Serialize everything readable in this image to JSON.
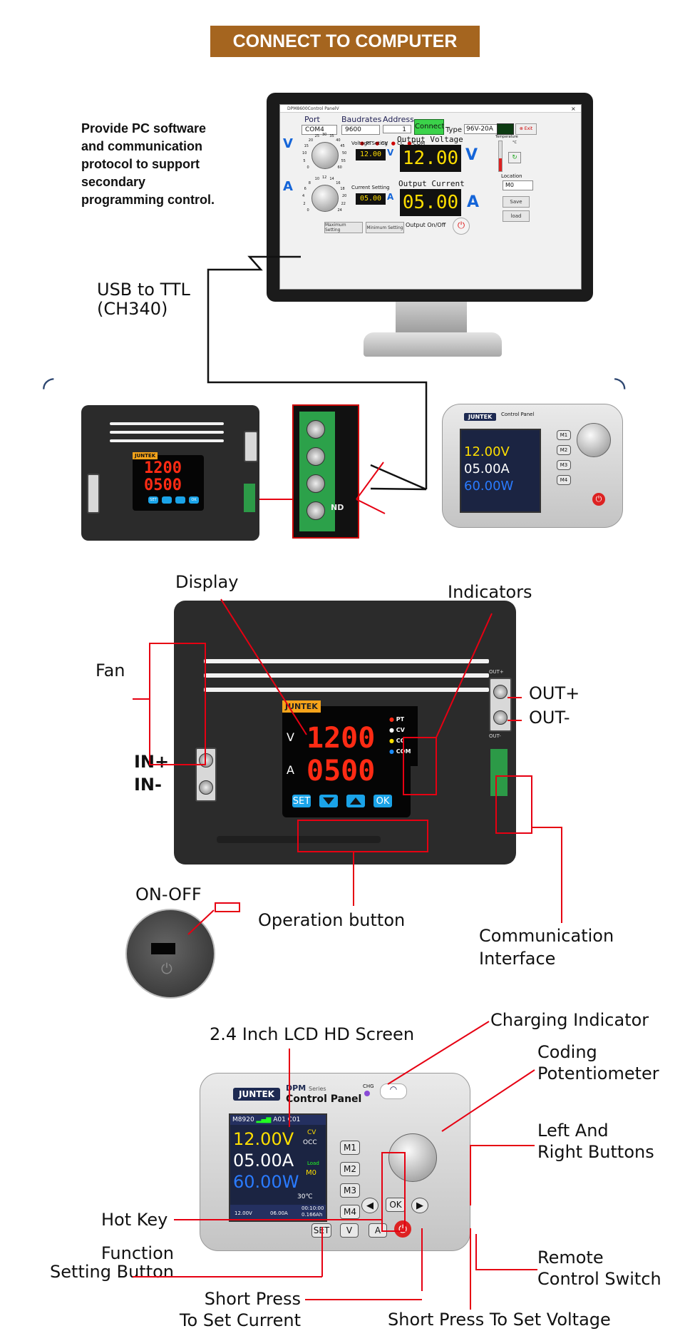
{
  "banner": "CONNECT TO COMPUTER",
  "intro": [
    "Provide PC software",
    "and communication",
    "protocol to support",
    "secondary",
    "programming control."
  ],
  "usb": [
    "USB to TTL",
    "(CH340)"
  ],
  "software": {
    "title": "DPM8600Control PanelV",
    "port_label": "Port",
    "port_value": "COM4",
    "baud_label": "Baudrates",
    "baud_value": "9600",
    "address_label": "Address",
    "address_value": "1",
    "connect_label": "Connect",
    "type_label": "Type",
    "type_value": "96V-20A",
    "exit_label": "Exit",
    "indicators": [
      "PT",
      "CV",
      "CC",
      "COM"
    ],
    "voltage_setting_label": "Voltage Seting",
    "voltage_setting_value": "12.00",
    "current_setting_label": "Current Setting",
    "current_setting_value": "05.00",
    "output_voltage_label": "Output Voltage",
    "output_voltage_value": "12.00",
    "output_current_label": "Output Current",
    "output_current_value": "05.00",
    "v_unit": "V",
    "a_unit": "A",
    "temperature_label": "Temperature",
    "temp_unit": "°C",
    "location_label": "Location",
    "location_value": "M0",
    "save_label": "Save",
    "load_label": "load",
    "max_setting": "Maximum Setting",
    "min_setting": "Minimum Setting",
    "output_onoff": "Output On/Off",
    "v_dial_ticks": [
      "0",
      "5",
      "10",
      "15",
      "20",
      "25",
      "30",
      "35",
      "40",
      "45",
      "50",
      "55",
      "60"
    ],
    "a_dial_ticks": [
      "0",
      "2",
      "4",
      "6",
      "8",
      "10",
      "12",
      "14",
      "16",
      "18",
      "20",
      "22",
      "24"
    ]
  },
  "device": {
    "brand": "JUNTEK",
    "voltage": "1200",
    "current": "0500",
    "v_label": "V",
    "a_label": "A",
    "indicators": [
      "PT",
      "CV",
      "CC",
      "COM"
    ],
    "buttons": {
      "set": "SET",
      "ok": "OK"
    },
    "out_plus_mark": "OUT+",
    "out_minus_mark": "OUT-",
    "terminal_mark": "ND"
  },
  "panel": {
    "brand": "JUNTEK",
    "series": "DPM",
    "series_sub": "Series",
    "title": "Control Panel",
    "chg": "CHG",
    "status": "M8920",
    "status_right": "A01 C01",
    "voltage": "12.00V",
    "current": "05.00A",
    "power": "60.00W",
    "cv": "CV",
    "cc": "OCC",
    "load": "Load",
    "mem": "M0",
    "temp": "30℃",
    "foot1": "12.00V",
    "foot2": "06.00A",
    "foot3": "00:10:00",
    "foot4": "0.166Ah",
    "m_buttons": [
      "M1",
      "M2",
      "M3",
      "M4"
    ],
    "ok": "OK",
    "set": "SET",
    "v": "V",
    "a": "A"
  },
  "labels": {
    "display": "Display",
    "indicators": "Indicators",
    "fan": "Fan",
    "out_plus": "OUT+",
    "out_minus": "OUT-",
    "in_plus": "IN+",
    "in_minus": "IN-",
    "on_off": "ON-OFF",
    "operation": "Operation button",
    "comm1": "Communication",
    "comm2": "Interface",
    "lcd": "2.4 Inch LCD HD Screen",
    "charging": "Charging Indicator",
    "coding1": "Coding",
    "coding2": "Potentiometer",
    "lr1": "Left And",
    "lr2": "Right Buttons",
    "hotkey": "Hot Key",
    "func1": "Function",
    "func2": "Setting Button",
    "remote1": "Remote",
    "remote2": "Control Switch",
    "sp_cur1": "Short Press",
    "sp_cur2": "To Set Current",
    "sp_volt": "Short Press To Set Voltage"
  },
  "colors": {
    "banner": "#a5651f",
    "callout": "#e60012",
    "lcd_red": "#ff2b14",
    "button_blue": "#1aa3e8"
  }
}
